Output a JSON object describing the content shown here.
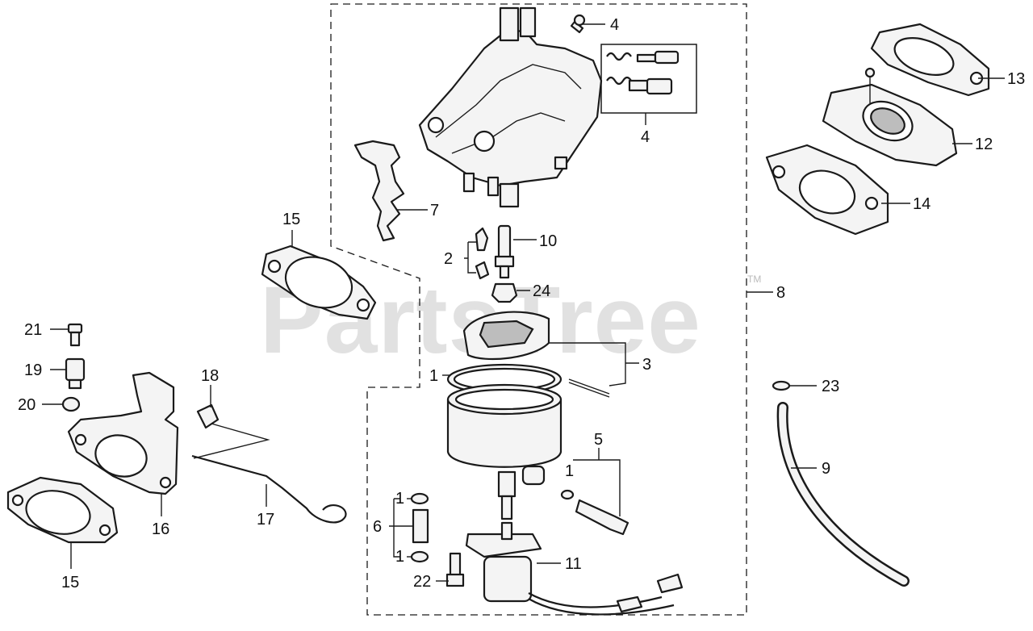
{
  "watermark": {
    "text": "PartsTree",
    "trademark": "TM"
  },
  "callouts": [
    {
      "id": "c4a",
      "label": "4"
    },
    {
      "id": "c4b",
      "label": "4"
    },
    {
      "id": "c13",
      "label": "13"
    },
    {
      "id": "c12",
      "label": "12"
    },
    {
      "id": "c14",
      "label": "14"
    },
    {
      "id": "c7",
      "label": "7"
    },
    {
      "id": "c15a",
      "label": "15"
    },
    {
      "id": "c10",
      "label": "10"
    },
    {
      "id": "c2",
      "label": "2"
    },
    {
      "id": "c24",
      "label": "24"
    },
    {
      "id": "c8",
      "label": "8"
    },
    {
      "id": "c21",
      "label": "21"
    },
    {
      "id": "c19",
      "label": "19"
    },
    {
      "id": "c20",
      "label": "20"
    },
    {
      "id": "c18",
      "label": "18"
    },
    {
      "id": "c3",
      "label": "3"
    },
    {
      "id": "c1a",
      "label": "1"
    },
    {
      "id": "c23",
      "label": "23"
    },
    {
      "id": "c5",
      "label": "5"
    },
    {
      "id": "c1b",
      "label": "1"
    },
    {
      "id": "c9",
      "label": "9"
    },
    {
      "id": "c1c",
      "label": "1"
    },
    {
      "id": "c6",
      "label": "6"
    },
    {
      "id": "c1d",
      "label": "1"
    },
    {
      "id": "c16",
      "label": "16"
    },
    {
      "id": "c17",
      "label": "17"
    },
    {
      "id": "c15b",
      "label": "15"
    },
    {
      "id": "c11",
      "label": "11"
    },
    {
      "id": "c22",
      "label": "22"
    }
  ]
}
